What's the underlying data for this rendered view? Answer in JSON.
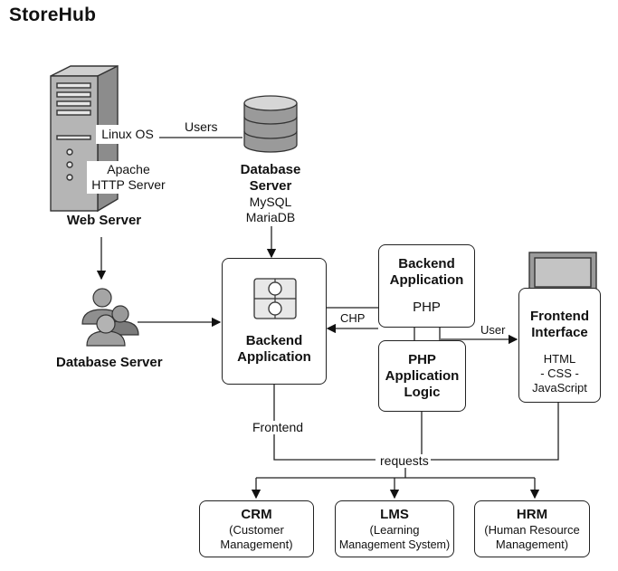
{
  "title": "StoreHub",
  "web_server": {
    "os_label": "Linux OS",
    "http_label_1": "Apache",
    "http_label_2": "HTTP Server",
    "caption": "Web Server"
  },
  "users_edge": "Users",
  "database_server_top": {
    "line1": "Database",
    "line2": "Server",
    "line3": "MySQL",
    "line4": "MariaDB"
  },
  "database_server_left": "Database Server",
  "backend_main": {
    "line1": "Backend",
    "line2": "Application"
  },
  "backend_php": {
    "line1": "Backend",
    "line2": "Application",
    "line3": "PHP"
  },
  "chp_edge": "CHP",
  "user_edge": "User",
  "php_logic": {
    "line1": "PHP",
    "line2": "Application",
    "line3": "Logic"
  },
  "frontend": {
    "line1": "Frontend",
    "line2": "Interface",
    "line3": "HTML",
    "line4": "- CSS -",
    "line5": "JavaScript"
  },
  "frontend_edge": "Frontend",
  "requests_edge": "requests",
  "crm": {
    "name": "CRM",
    "desc1": "(Customer",
    "desc2": "Management)"
  },
  "lms": {
    "name": "LMS",
    "desc1": "(Learning",
    "desc2": "Management System)"
  },
  "hrm": {
    "name": "HRM",
    "desc1": "(Human Resource",
    "desc2": "Management)"
  }
}
